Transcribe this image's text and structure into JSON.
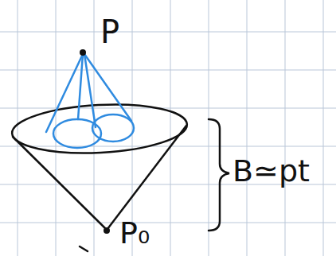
{
  "diagram": {
    "labels": [
      "P",
      "P₀",
      "B≃pt"
    ]
  }
}
